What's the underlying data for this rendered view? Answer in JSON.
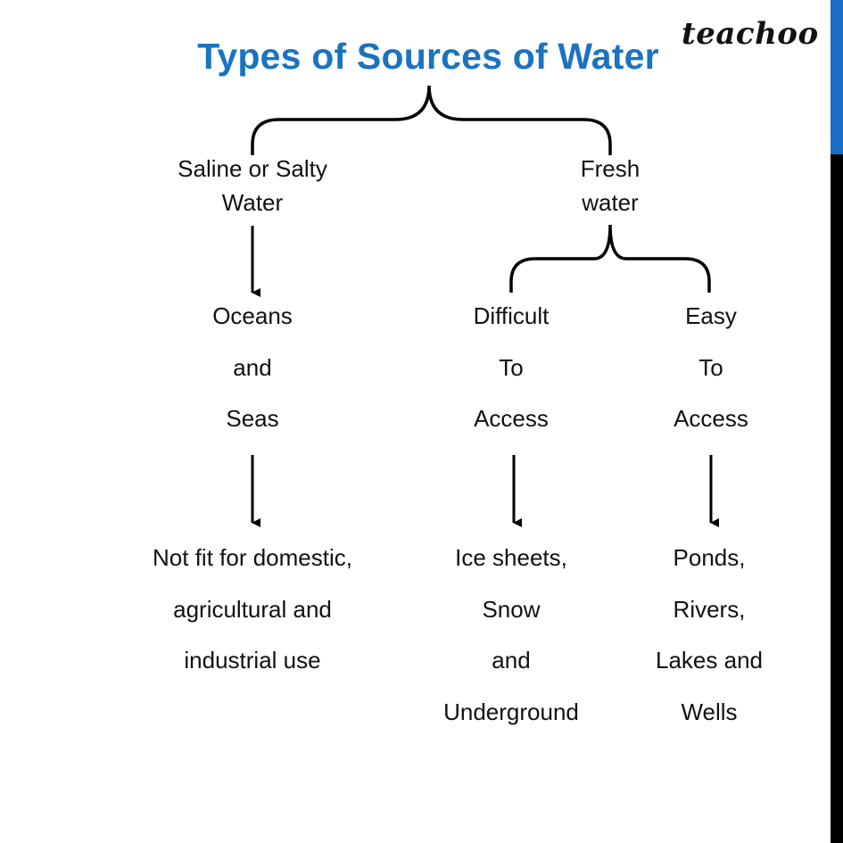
{
  "title": "Types of Sources of Water",
  "brand": "teachoo",
  "colors": {
    "title": "#1a73c0",
    "accent": "#1a6fc4",
    "line": "#000000"
  },
  "nodes": {
    "saline": [
      "Saline or Salty",
      "Water"
    ],
    "fresh": [
      "Fresh",
      "water"
    ],
    "oceans": [
      "Oceans",
      "and",
      "Seas"
    ],
    "difficult": [
      "Difficult",
      "To",
      "Access"
    ],
    "easy": [
      "Easy",
      "To",
      "Access"
    ],
    "not_fit": [
      "Not fit for domestic,",
      "agricultural and",
      "industrial use"
    ],
    "ice": [
      "Ice sheets,",
      "Snow",
      "and",
      "Underground"
    ],
    "ponds": [
      "Ponds,",
      "Rivers,",
      "Lakes and",
      "Wells"
    ]
  }
}
